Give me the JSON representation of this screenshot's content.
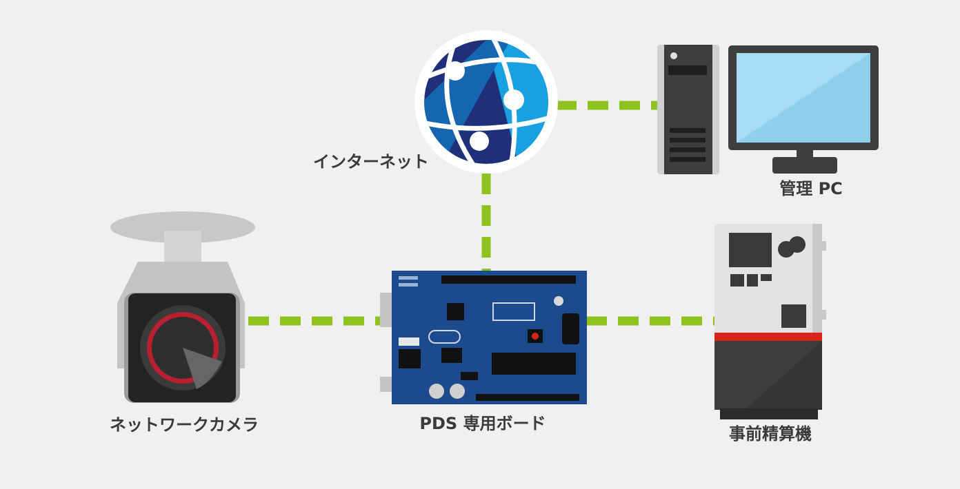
{
  "nodes": {
    "internet": {
      "label": "インターネット",
      "icon": "globe-icon"
    },
    "pc": {
      "label": "管理 PC",
      "icon": "desktop-pc-icon"
    },
    "camera": {
      "label": "ネットワークカメラ",
      "icon": "security-camera-icon"
    },
    "board": {
      "label": "PDS 専用ボード",
      "icon": "circuit-board-icon"
    },
    "machine": {
      "label": "事前精算機",
      "icon": "payment-kiosk-icon"
    }
  },
  "connections": [
    {
      "from": "internet",
      "to": "pc"
    },
    {
      "from": "internet",
      "to": "board"
    },
    {
      "from": "camera",
      "to": "board"
    },
    {
      "from": "board",
      "to": "machine"
    }
  ],
  "colors": {
    "background": "#f0f0f0",
    "link": "#8dc21f",
    "globe_dark": "#1f2f7a",
    "globe_light": "#19a0e0",
    "board": "#1d4a8c",
    "accent_red": "#d9241c"
  }
}
